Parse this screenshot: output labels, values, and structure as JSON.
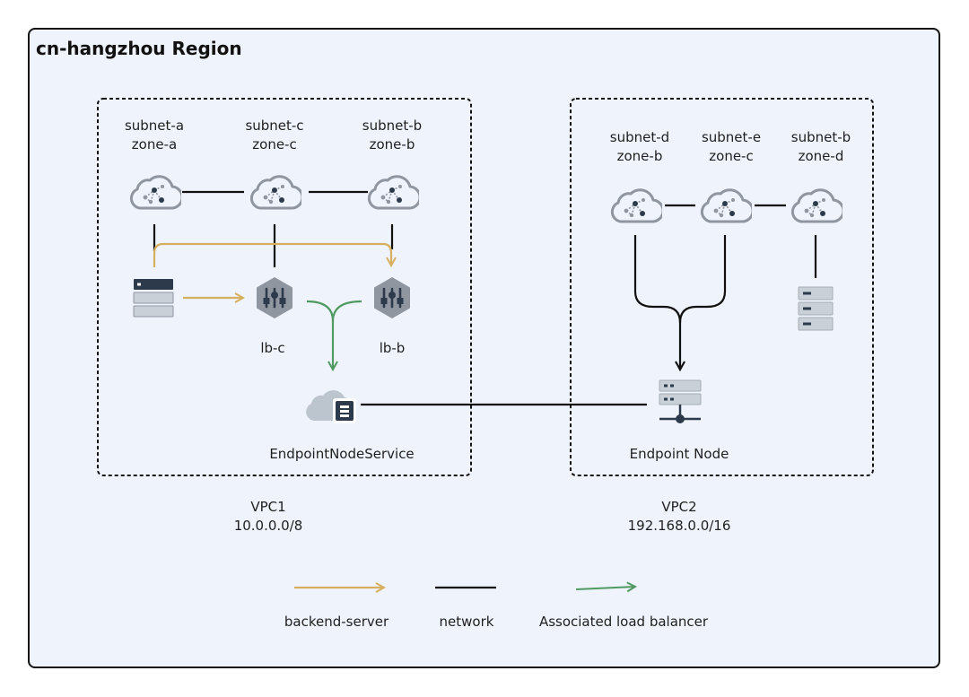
{
  "region": {
    "title": "cn-hangzhou Region"
  },
  "vpc1": {
    "name": "VPC1",
    "cidr": "10.0.0.0/8",
    "subnets": [
      {
        "subnet": "subnet-a",
        "zone": "zone-a"
      },
      {
        "subnet": "subnet-c",
        "zone": "zone-c"
      },
      {
        "subnet": "subnet-b",
        "zone": "zone-b"
      }
    ],
    "lbs": [
      {
        "label": "lb-c"
      },
      {
        "label": "lb-b"
      }
    ],
    "service": {
      "label": "EndpointNodeService"
    }
  },
  "vpc2": {
    "name": "VPC2",
    "cidr": "192.168.0.0/16",
    "subnets": [
      {
        "subnet": "subnet-d",
        "zone": "zone-b"
      },
      {
        "subnet": "subnet-e",
        "zone": "zone-c"
      },
      {
        "subnet": "subnet-b",
        "zone": "zone-d"
      }
    ],
    "endpoint": {
      "label": "Endpoint Node"
    }
  },
  "legend": {
    "items": [
      {
        "label": "backend-server",
        "color": "#d6b05e"
      },
      {
        "label": "network",
        "color": "#111111"
      },
      {
        "label": "Associated load balancer",
        "color": "#4f9a62"
      }
    ]
  },
  "colors": {
    "region_bg": "#eff3fb",
    "icon_gray": "#8f96a0",
    "icon_dark": "#2c3a4b",
    "icon_light": "#c9d0d8"
  },
  "icons": [
    "vswitch-cloud-icon",
    "server-icon",
    "load-balancer-icon",
    "endpoint-service-icon",
    "endpoint-node-icon"
  ]
}
